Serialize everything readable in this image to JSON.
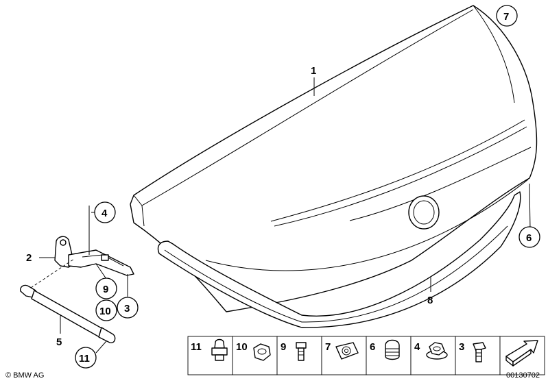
{
  "callouts": {
    "c1": "1",
    "c2": "2",
    "c3": "3",
    "c4": "4",
    "c5": "5",
    "c6": "6",
    "c7": "7",
    "c8": "8",
    "c9": "9",
    "c10": "10",
    "c11": "11"
  },
  "strip": {
    "s11": "11",
    "s10": "10",
    "s9": "9",
    "s7": "7",
    "s6": "6",
    "s4": "4",
    "s3": "3"
  },
  "footer": {
    "copyright": "© BMW AG",
    "diagram_number": "00130702"
  }
}
